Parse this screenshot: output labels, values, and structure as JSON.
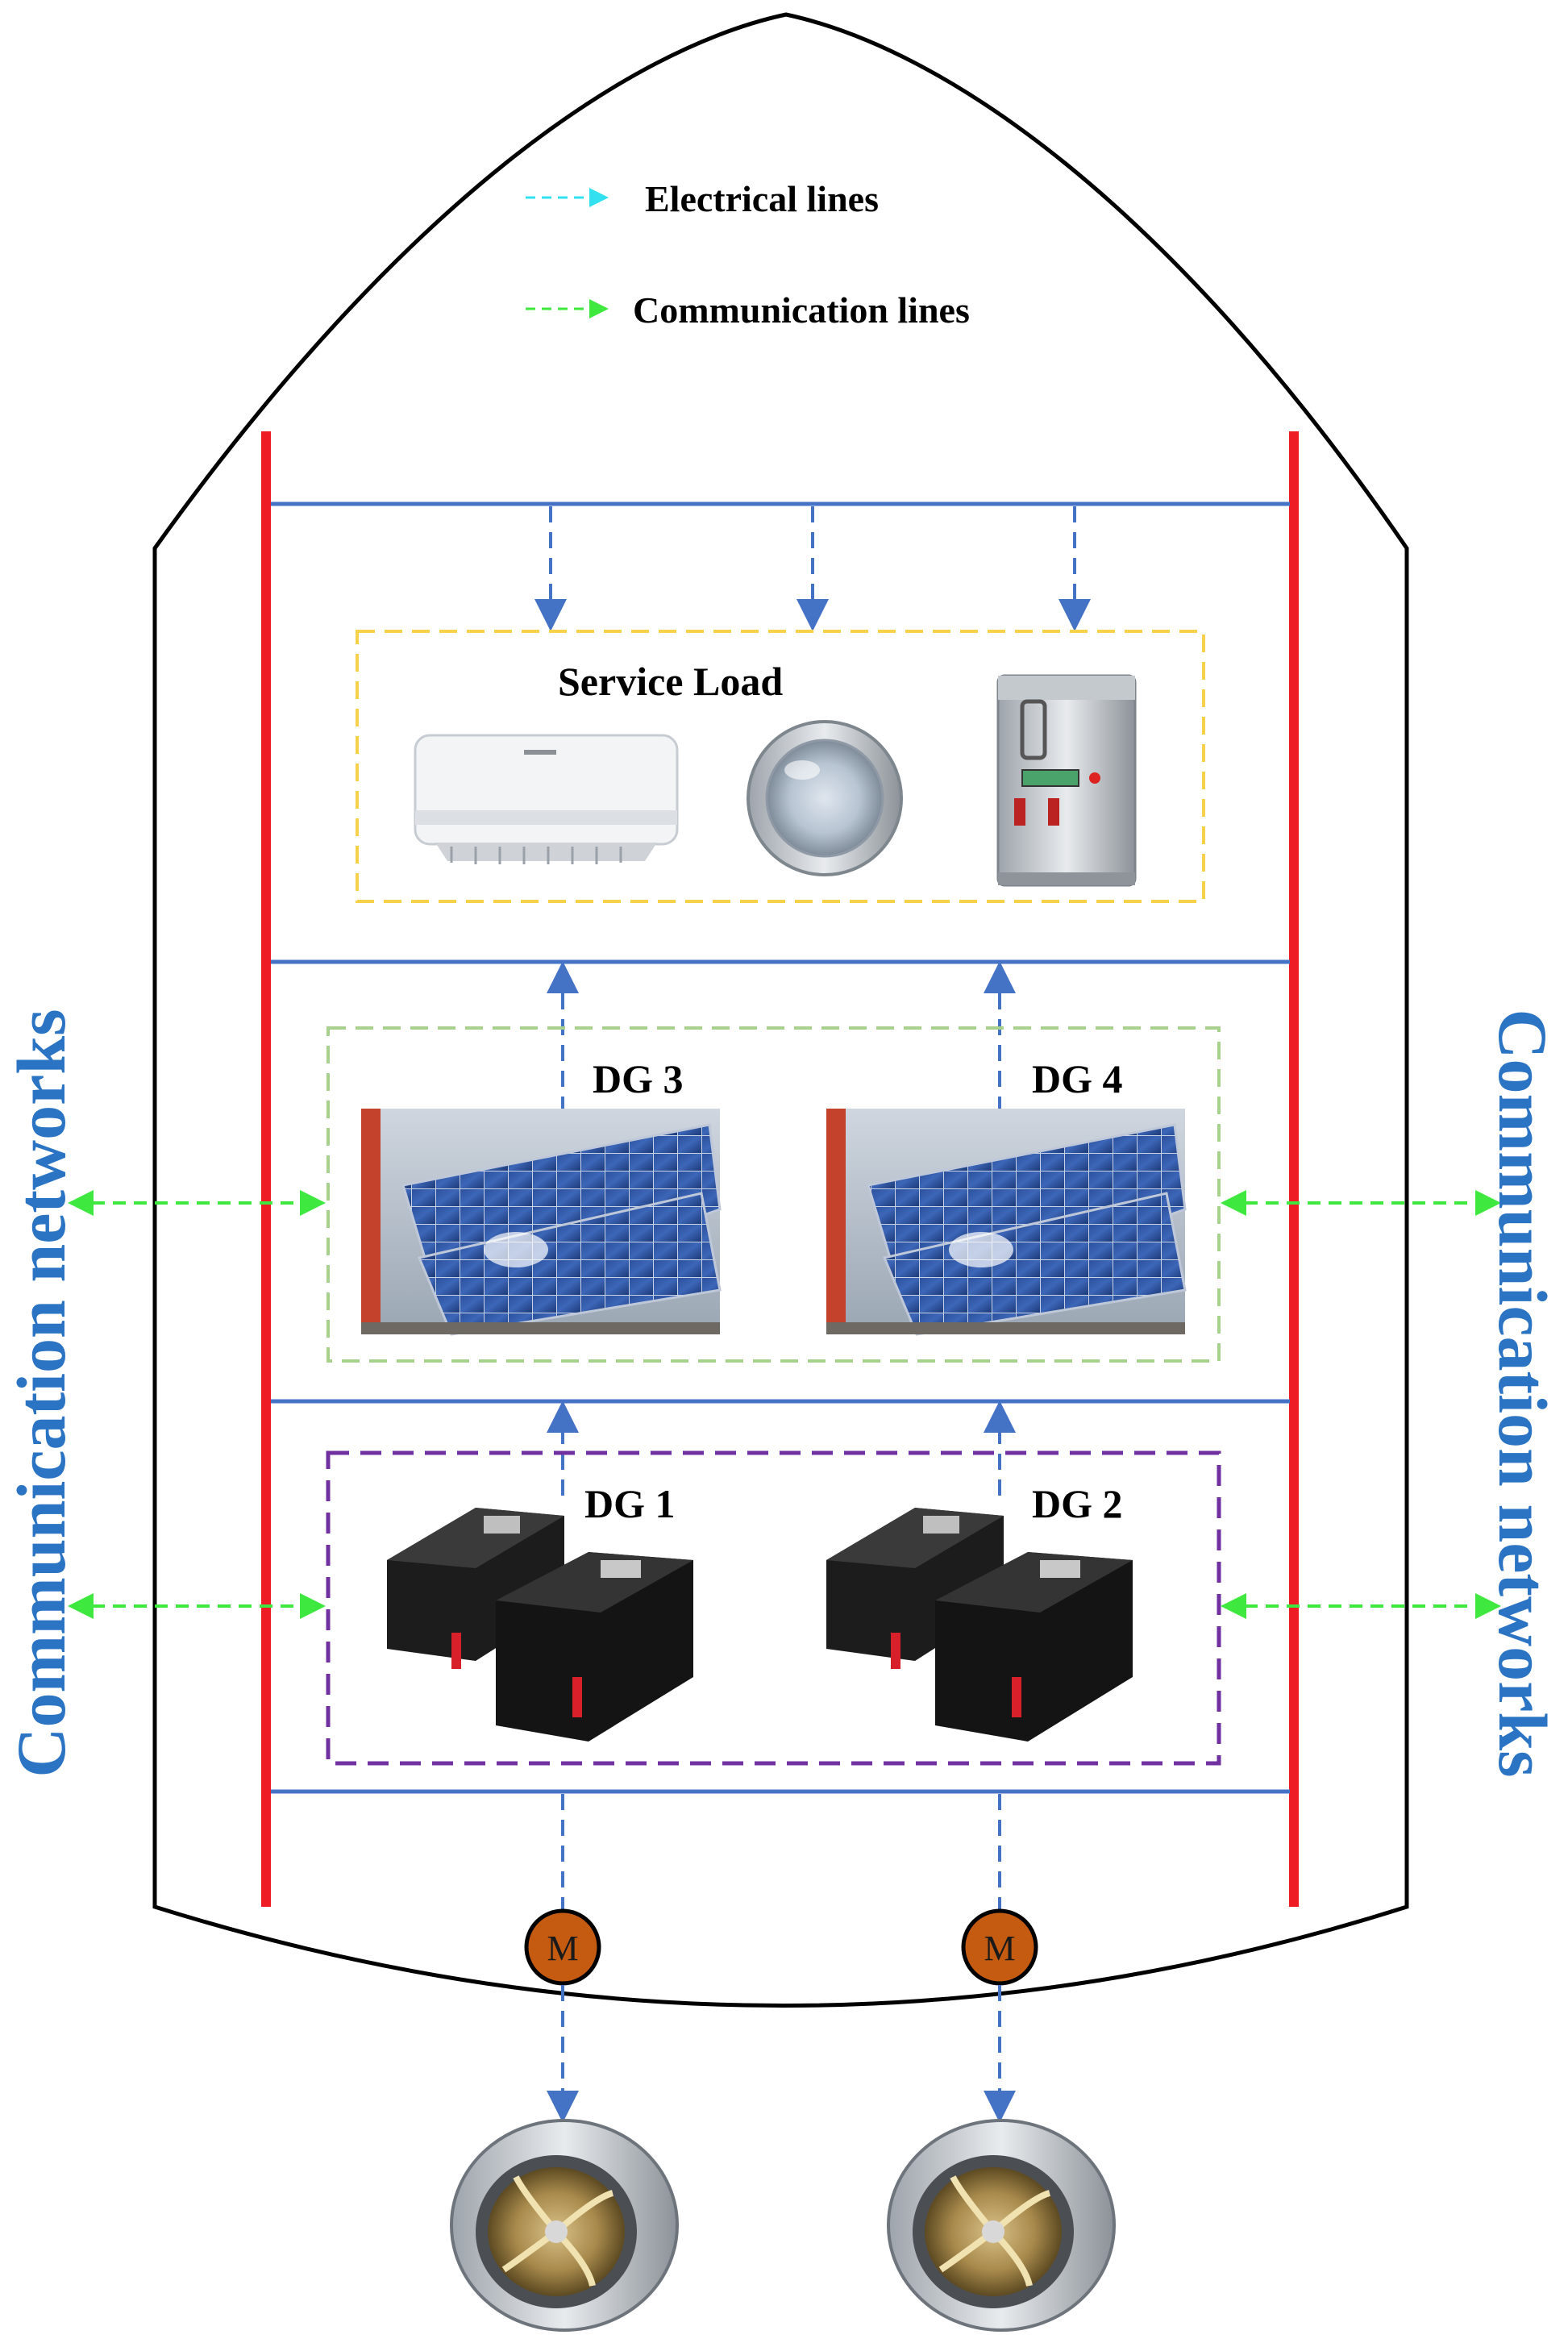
{
  "legend": {
    "electrical": "Electrical lines",
    "communication": "Communication lines"
  },
  "service_load": {
    "title": "Service Load",
    "items": [
      "air-conditioner",
      "ceiling-light",
      "water-boiler"
    ]
  },
  "generators": {
    "dg1": "DG 1",
    "dg2": "DG 2",
    "dg3": "DG 3",
    "dg4": "DG 4"
  },
  "network": {
    "left": "Communication networks",
    "right": "Communication networks"
  },
  "motor": {
    "m1": "M",
    "m2": "M"
  },
  "colors": {
    "hull": "#000000",
    "main_bus": "#ee1c24",
    "electrical_bus": "#4472c4",
    "electrical_arrow": "#4472c4",
    "electrical_legend": "#33e0f0",
    "communication": "#3ee83e",
    "service_box": "#f5d24a",
    "pv_box": "#a9d18e",
    "battery_box": "#7030a0",
    "network_text": "#2b74c4",
    "motor_fill": "#c55a11"
  }
}
